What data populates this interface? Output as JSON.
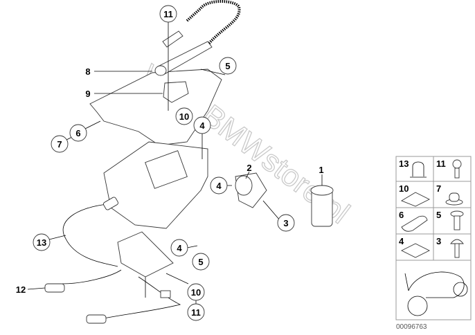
{
  "callouts": [
    "11",
    "8",
    "9",
    "5",
    "10",
    "4",
    "6",
    "7",
    "2",
    "1",
    "4",
    "3",
    "13",
    "4",
    "5",
    "12",
    "10",
    "11"
  ],
  "watermark": "www.BMWstore.pl",
  "legend": [
    {
      "num": "13",
      "part": "clip-icon"
    },
    {
      "num": "11",
      "part": "screw-icon"
    },
    {
      "num": "10",
      "part": "clip-nut-icon"
    },
    {
      "num": "7",
      "part": "grommet-icon"
    },
    {
      "num": "6",
      "part": "rubber-pad-icon"
    },
    {
      "num": "5",
      "part": "collar-screw-icon"
    },
    {
      "num": "4",
      "part": "clip-nut-icon"
    },
    {
      "num": "3",
      "part": "bolt-icon"
    }
  ],
  "catalog_number": "00096763"
}
